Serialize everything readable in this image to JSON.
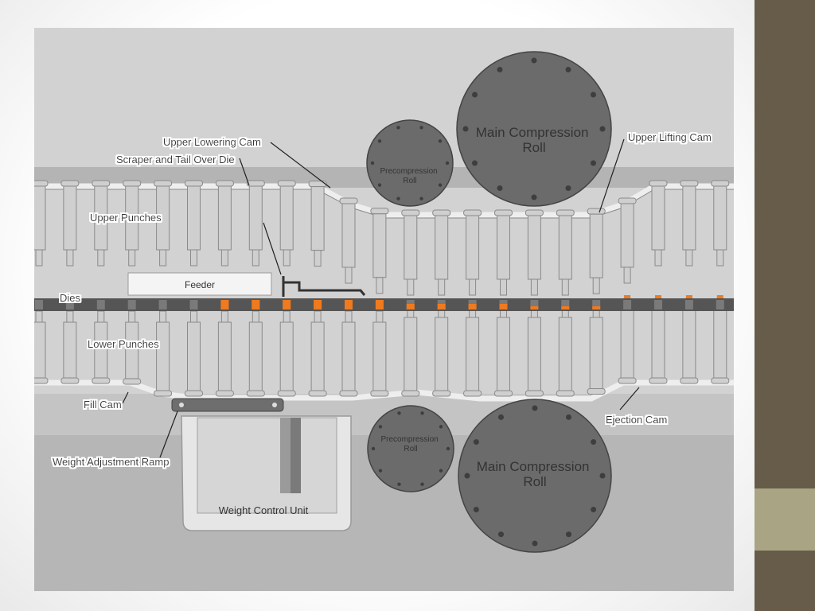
{
  "labels": {
    "upper_lowering_cam": "Upper  Lowering Cam",
    "scraper_tail": "Scraper and Tail Over Die",
    "upper_punches": "Upper Punches",
    "dies": "Dies",
    "feeder": "Feeder",
    "lower_punches": "Lower Punches",
    "fill_cam": "Fill Cam",
    "weight_adjustment_ramp": "Weight Adjustment Ramp",
    "weight_control_unit": "Weight Control Unit",
    "precompression_roll_line1": "Precompression",
    "precompression_roll_line2": "Roll",
    "main_compression_roll_line1": "Main Compression",
    "main_compression_roll_line2": "Roll",
    "upper_lifting_cam": "Upper  Lifting Cam",
    "ejection_cam": "Ejection Cam"
  },
  "colors": {
    "background": "#d2d2d2",
    "punch": "#cfcfcf",
    "punch_stroke": "#8a8a8a",
    "die_table": "#555555",
    "powder": "#f07a1e",
    "roll": "#6b6b6b",
    "sidebar": "#675c49",
    "sidebar_accent": "#a9a584"
  }
}
